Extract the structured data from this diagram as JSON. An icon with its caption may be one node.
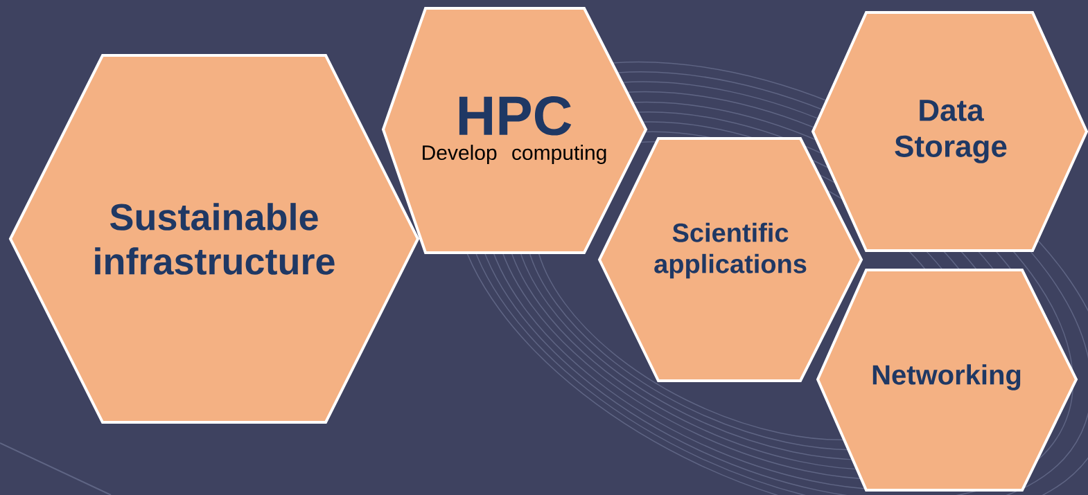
{
  "diagram": {
    "nodes": [
      {
        "text": [
          "Sustainable infrastructure"
        ]
      },
      {
        "text": [
          "HPC",
          "Develop computing"
        ]
      },
      {
        "text": [
          "Scientific applications"
        ]
      },
      {
        "text": [
          "Data Storage"
        ]
      },
      {
        "text": [
          "Networking"
        ]
      }
    ]
  }
}
